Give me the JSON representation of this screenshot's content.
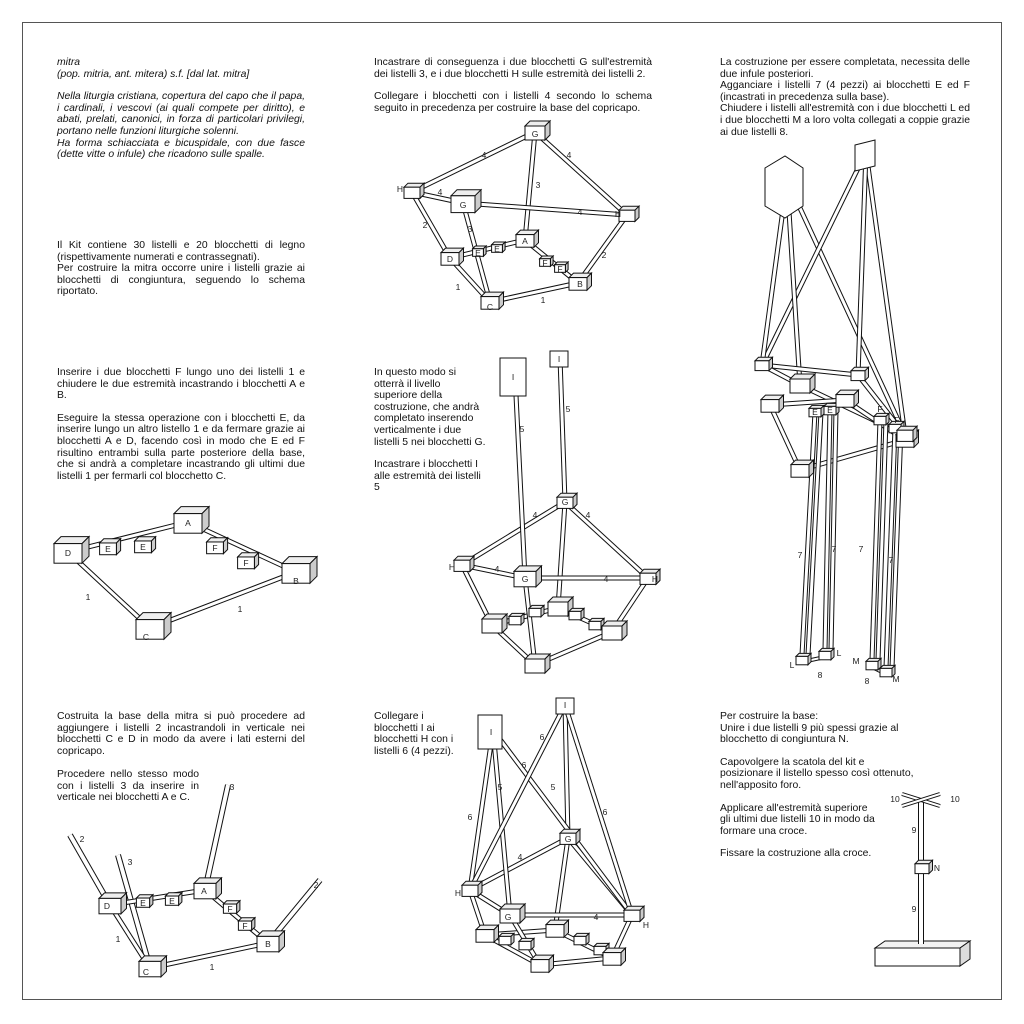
{
  "col1": {
    "intro_title": "mitra",
    "intro_etym": "(pop. mitria, ant. mitera) s.f. [dal lat. mitra]",
    "intro_def": "Nella liturgia cristiana, copertura del capo che il papa, i cardinali, i vescovi (ai quali compete per diritto), e abati, prelati, canonici, in forza di particolari privilegi, portano nelle funzioni liturgiche solenni.",
    "intro_shape": "Ha forma schiacciata e bicuspidale, con due fasce (dette vitte o infule) che ricadono sulle spalle.",
    "kit_1": "Il Kit contiene 30 listelli e 20 blocchetti di legno (rispettivamente numerati e contrassegnati).",
    "kit_2": "Per costruire la mitra occorre unire i listelli grazie ai blocchetti di congiuntura, seguendo lo schema riportato.",
    "step1_a": "Inserire i due blocchetti F lungo uno dei listelli 1 e chiudere le due estremità incastrando i blocchetti A e B.",
    "step1_b": "Eseguire la stessa operazione con i blocchetti E, da inserire lungo un altro listello 1 e da fermare grazie ai blocchetti A e D, facendo così in modo che E ed F risultino entrambi sulla parte posteriore della base, che si andrà a completare incastrando gli ultimi due listelli 1 per fermarli col blocchetto C.",
    "step2_a": "Costruita la base della mitra si può procedere ad aggiungere i listelli 2 incastrandoli in verticale nei blocchetti C e D in modo da avere i lati esterni del copricapo.",
    "step2_b": "Procedere nello stesso modo con i listelli 3 da inserire in verticale nei blocchetti A e C."
  },
  "col2": {
    "step3_a": "Incastrare di conseguenza i due blocchetti G sull'estremità dei listelli 3, e i due blocchetti H sulle estremità dei listelli 2.",
    "step3_b": "Collegare i blocchetti con i listelli 4 secondo lo schema seguito in precedenza per costruire la base del copricapo.",
    "step4_a": "In questo modo si otterrà il livello superiore della costruzione, che andrà completato inserendo verticalmente i due listelli 5 nei blocchetti G.",
    "step4_b": "Incastrare i blocchetti I alle estremità dei listelli 5",
    "step5": "Collegare i blocchetti I  ai blocchetti H con i listelli 6 (4 pezzi)."
  },
  "col3": {
    "step6": "La costruzione per essere completata, necessita delle due infule posteriori.",
    "step6_b": "Agganciare i listelli 7 (4 pezzi) ai blocchetti E ed F (incastrati in precedenza sulla base).",
    "step6_c": "Chiudere i listelli all'estremità con i due blocchetti L  ed i due blocchetti M  a loro volta collegati a coppie grazie ai due listelli 8.",
    "base_1": "Per costruire la base:",
    "base_2": "Unire i due listelli 9 più spessi grazie al blocchetto di congiuntura N.",
    "base_3": "Capovolgere la scatola del kit e posizionare il listello spesso così ottenuto, nell'apposito foro.",
    "base_4": "Applicare all'estremità superiore gli ultimi due listelli 10 in modo da formare una croce.",
    "base_5": "Fissare la costruzione alla croce."
  },
  "figures": {
    "base": [
      "D",
      "E",
      "E",
      "A",
      "F",
      "F",
      "B",
      "C",
      "1",
      "1"
    ],
    "verticals": [
      "D",
      "E",
      "E",
      "A",
      "F",
      "F",
      "B",
      "C",
      "1",
      "1",
      "2",
      "3",
      "3",
      "2"
    ],
    "top_level": [
      "D",
      "E",
      "E",
      "A",
      "F",
      "F",
      "B",
      "C",
      "1",
      "1",
      "2",
      "3",
      "3",
      "2",
      "G",
      "G",
      "H",
      "H",
      "4",
      "4",
      "4",
      "4"
    ],
    "listelli5": [
      "I",
      "I",
      "5",
      "5",
      "G",
      "G",
      "H",
      "H",
      "4",
      "4",
      "4",
      "4"
    ],
    "listelli6": [
      "I",
      "I",
      "6",
      "6",
      "6",
      "6",
      "5",
      "5",
      "G",
      "G",
      "H",
      "H",
      "4",
      "4"
    ],
    "infule": [
      "7",
      "7",
      "7",
      "7",
      "L",
      "L",
      "M",
      "M",
      "8",
      "8",
      "E",
      "E",
      "F",
      "F"
    ],
    "stand": [
      "10",
      "10",
      "9",
      "N",
      "9"
    ]
  }
}
